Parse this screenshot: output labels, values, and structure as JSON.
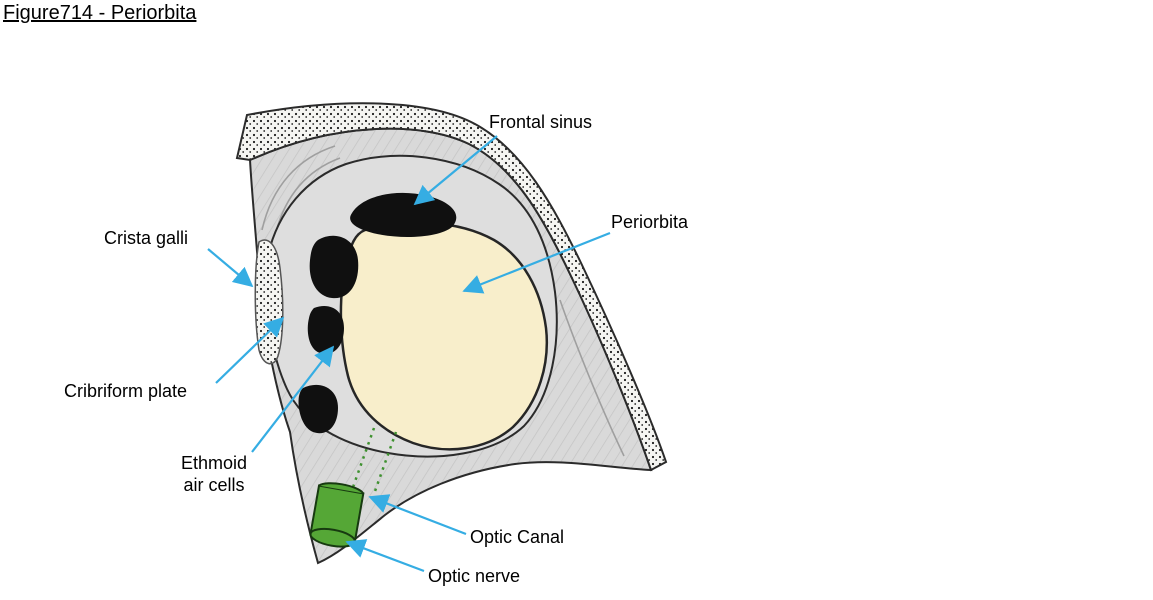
{
  "title": "Figure714 - Periorbita",
  "labels": {
    "frontal_sinus": "Frontal sinus",
    "periorbita": "Periorbita",
    "crista_galli": "Crista galli",
    "cribriform_plate": "Cribriform plate",
    "ethmoid_line1": "Ethmoid",
    "ethmoid_line2": "air cells",
    "optic_canal": "Optic Canal",
    "optic_nerve": "Optic nerve"
  },
  "colors": {
    "arrow": "#35ade3",
    "bone_gray": "#d9d9d9",
    "cavity_gray": "#dedede",
    "periorbita_fill": "#f8eecb",
    "sinus_black": "#101010",
    "optic_nerve_green": "#55a736",
    "outline": "#2b2b2b"
  }
}
